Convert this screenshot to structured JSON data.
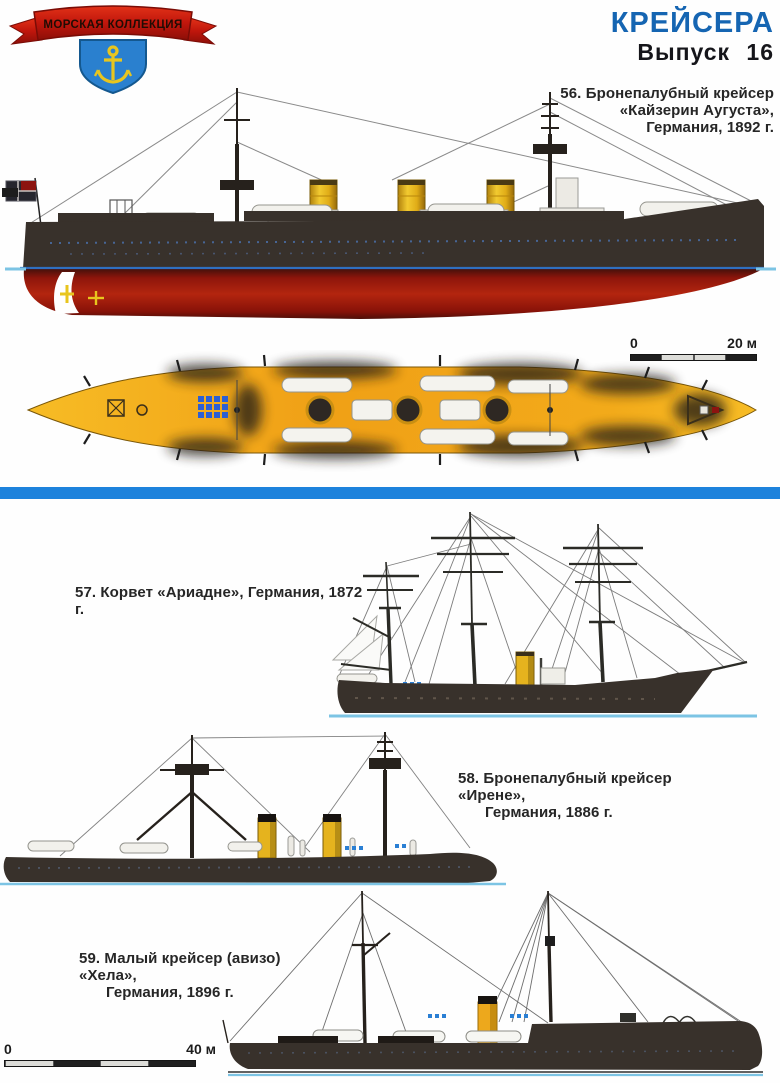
{
  "logo": {
    "banner_text": "МОРСКАЯ КОЛЛЕКЦИЯ",
    "emblem": "anchor-shield"
  },
  "header": {
    "title": "КРЕЙСЕРА",
    "issue": "Выпуск 16"
  },
  "figures": [
    {
      "number": "56",
      "caption_lines": [
        "56. Бронепалубный крейсер",
        "«Кайзерин Аугуста»,",
        "Германия, 1892 г."
      ],
      "views": [
        "side-profile",
        "deck-plan"
      ]
    },
    {
      "number": "57",
      "caption_lines": [
        "57. Корвет «Ариадне», Германия, 1872 г."
      ],
      "views": [
        "side-profile"
      ]
    },
    {
      "number": "58",
      "caption_lines": [
        "58. Бронепалубный крейсер «Ирене»,",
        "Германия, 1886 г."
      ],
      "views": [
        "side-profile"
      ]
    },
    {
      "number": "59",
      "caption_lines": [
        "59. Малый крейсер (авизо) «Хела»,",
        "Германия, 1896 г."
      ],
      "views": [
        "side-profile"
      ]
    }
  ],
  "scale_bars": [
    {
      "start_label": "0",
      "end_label": "20 м"
    },
    {
      "start_label": "0",
      "end_label": "40 м"
    }
  ],
  "colors": {
    "title_blue": "#1565b2",
    "divider_blue": "#1d82dc",
    "caption_color": "#262626",
    "hull_dark": "#38312b",
    "hull_red": "#a31a0c",
    "funnel_yellow": "#e5b31e",
    "deck_yellow": "#f5ae1d",
    "waterline_blue": "#7cc4e4",
    "logo_red": "#c6180f",
    "shield_blue": "#2a80cf",
    "anchor_yellow": "#e8c51e"
  }
}
